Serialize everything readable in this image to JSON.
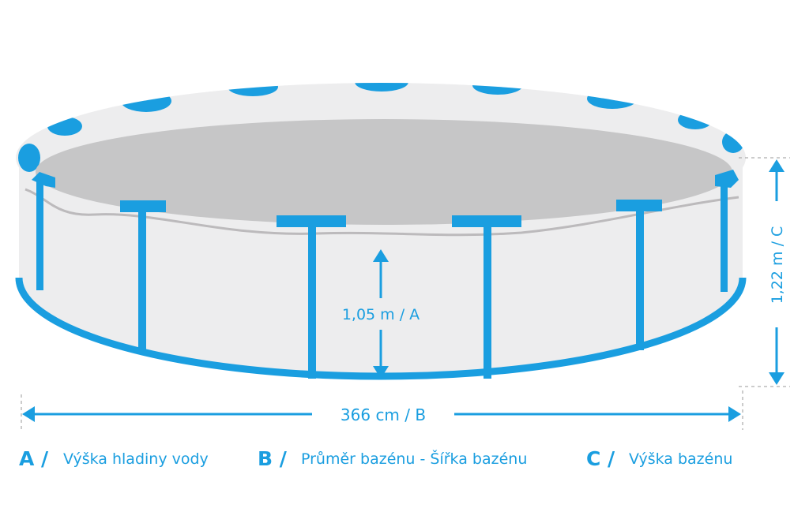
{
  "colors": {
    "accent": "#1a9ee0",
    "wall": "#ededee",
    "water": "#c6c6c7",
    "waterline": "#bcbabc"
  },
  "dimensions": {
    "a": "1,05 m / A",
    "b": "366 cm  / B",
    "c": "1,22 m / C"
  },
  "legend": [
    {
      "letter": "A /",
      "text": "Výška hladiny vody"
    },
    {
      "letter": "B /",
      "text": "Průměr bazénu - Šířka bazénu"
    },
    {
      "letter": "C /",
      "text": "Výška bazénu"
    }
  ]
}
